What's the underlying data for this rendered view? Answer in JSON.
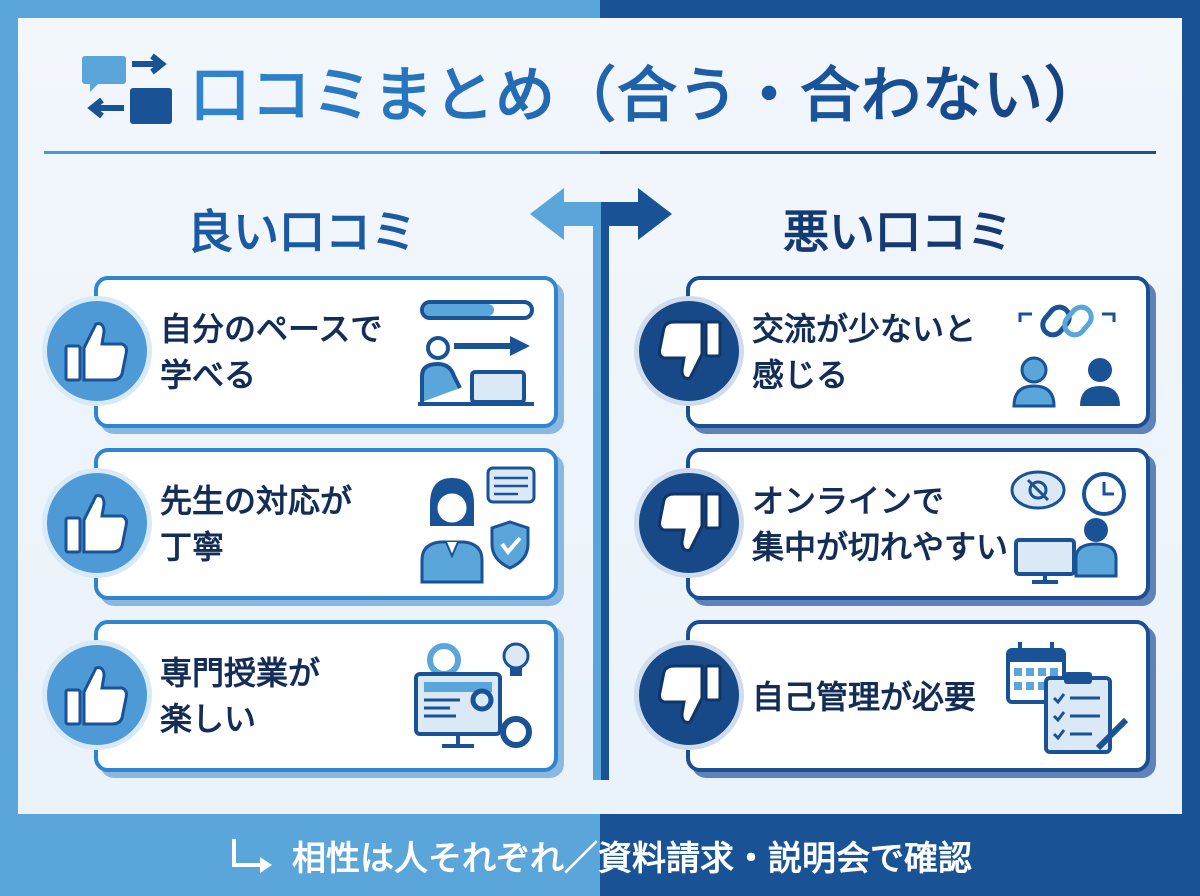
{
  "title": "口コミまとめ（合う・合わない）",
  "good": {
    "heading": "良い口コミ",
    "items": [
      {
        "lines": [
          "自分のペースで",
          "学べる"
        ],
        "icon": "self-paced-learning-icon"
      },
      {
        "lines": [
          "先生の対応が",
          "丁寧"
        ],
        "icon": "teacher-support-icon"
      },
      {
        "lines": [
          "専門授業が",
          "楽しい"
        ],
        "icon": "specialized-lesson-icon"
      }
    ]
  },
  "bad": {
    "heading": "悪い口コミ",
    "items": [
      {
        "lines": [
          "交流が少ないと",
          "感じる"
        ],
        "icon": "broken-connection-icon"
      },
      {
        "lines": [
          "オンラインで",
          "集中が切れやすい"
        ],
        "icon": "distracted-student-icon"
      },
      {
        "lines": [
          "自己管理が必要"
        ],
        "icon": "schedule-checklist-icon"
      }
    ]
  },
  "footer": {
    "text": "相性は人それぞれ／資料請求・説明会で確認"
  },
  "colors": {
    "accent_light": "#5aa5d9",
    "accent_dark": "#1a5296",
    "text": "#142d57"
  }
}
